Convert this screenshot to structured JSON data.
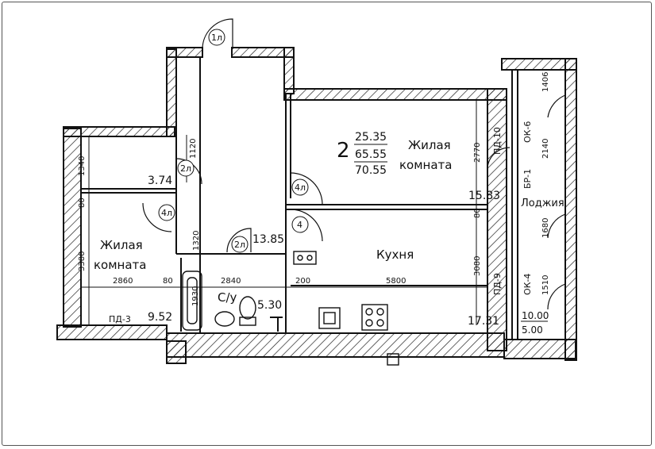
{
  "apartment": {
    "rooms_count": "2",
    "living_area": "25.35",
    "total_area": "65.55",
    "total_area_with_balcony": "70.55"
  },
  "rooms": {
    "living_room_1": {
      "name_line1": "Жилая",
      "name_line2": "комната",
      "area": "15.83"
    },
    "living_room_2": {
      "name_line1": "Жилая",
      "name_line2": "комната",
      "area": "9.52"
    },
    "kitchen": {
      "name": "Кухня",
      "area": "17.31"
    },
    "hallway": {
      "area": "13.85"
    },
    "closet": {
      "area": "3.74"
    },
    "bathroom": {
      "name": "С/у",
      "area": "5.30"
    },
    "loggia": {
      "name": "Лоджия",
      "area_full": "10.00",
      "area_reduced": "5.00"
    }
  },
  "dimensions": {
    "d1340": "1340",
    "d80a": "80",
    "d3380": "3380",
    "d2860": "2860",
    "d80b": "80",
    "d2840": "2840",
    "d200": "200",
    "d5800": "5800",
    "d1930": "1930",
    "d1320": "1320",
    "d1120": "1120",
    "d2770": "2770",
    "d80c": "80",
    "d3080": "3080",
    "d1406": "1406",
    "d2140": "2140",
    "d1680": "1680",
    "d1510": "1510"
  },
  "doors": {
    "entry": "1л",
    "closet": "2л",
    "room2": "4л",
    "hall_wc": "2л",
    "room1": "4л",
    "kitchen": "4"
  },
  "openings": {
    "pd10": "ПД-10",
    "ok6": "ОК-6",
    "br1": "БР-1",
    "pd9": "ПД-9",
    "ok4": "ОК-4",
    "pd3": "ПД-3"
  }
}
